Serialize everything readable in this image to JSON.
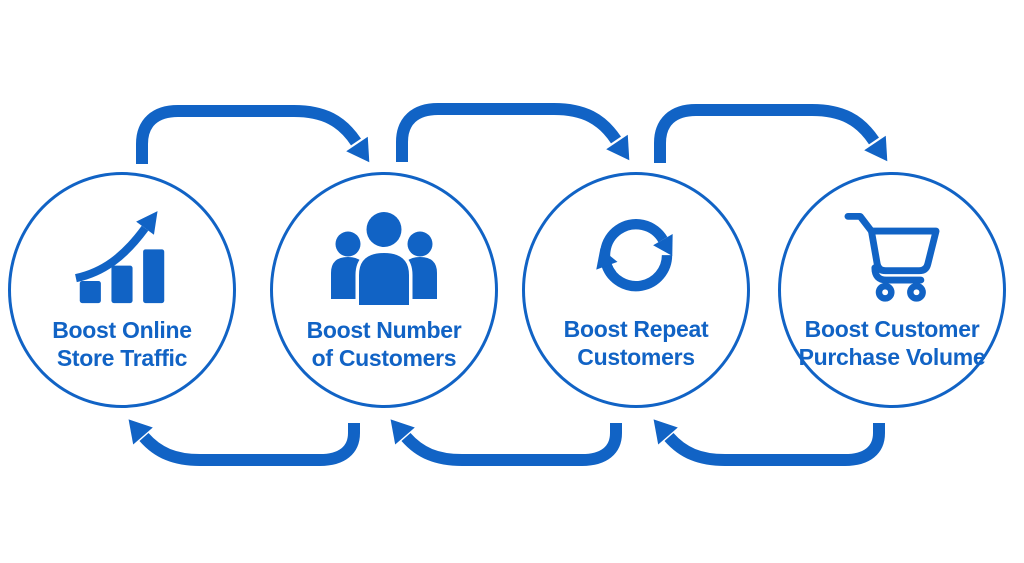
{
  "colors": {
    "primary_blue": "#1163C5",
    "background": "#FFFFFF"
  },
  "steps": [
    {
      "icon": "growth-chart-icon",
      "label_line1": "Boost Online",
      "label_line2": "Store Traffic"
    },
    {
      "icon": "customers-group-icon",
      "label_line1": "Boost Number",
      "label_line2": "of Customers"
    },
    {
      "icon": "repeat-cycle-icon",
      "label_line1": "Boost Repeat",
      "label_line2": "Customers"
    },
    {
      "icon": "shopping-cart-icon",
      "label_line1": "Boost Customer",
      "label_line2": "Purchase Volume"
    }
  ],
  "flow_arrows": {
    "top": {
      "count": 3,
      "direction": "left-to-right"
    },
    "bottom": {
      "count": 3,
      "direction": "right-to-left"
    }
  }
}
